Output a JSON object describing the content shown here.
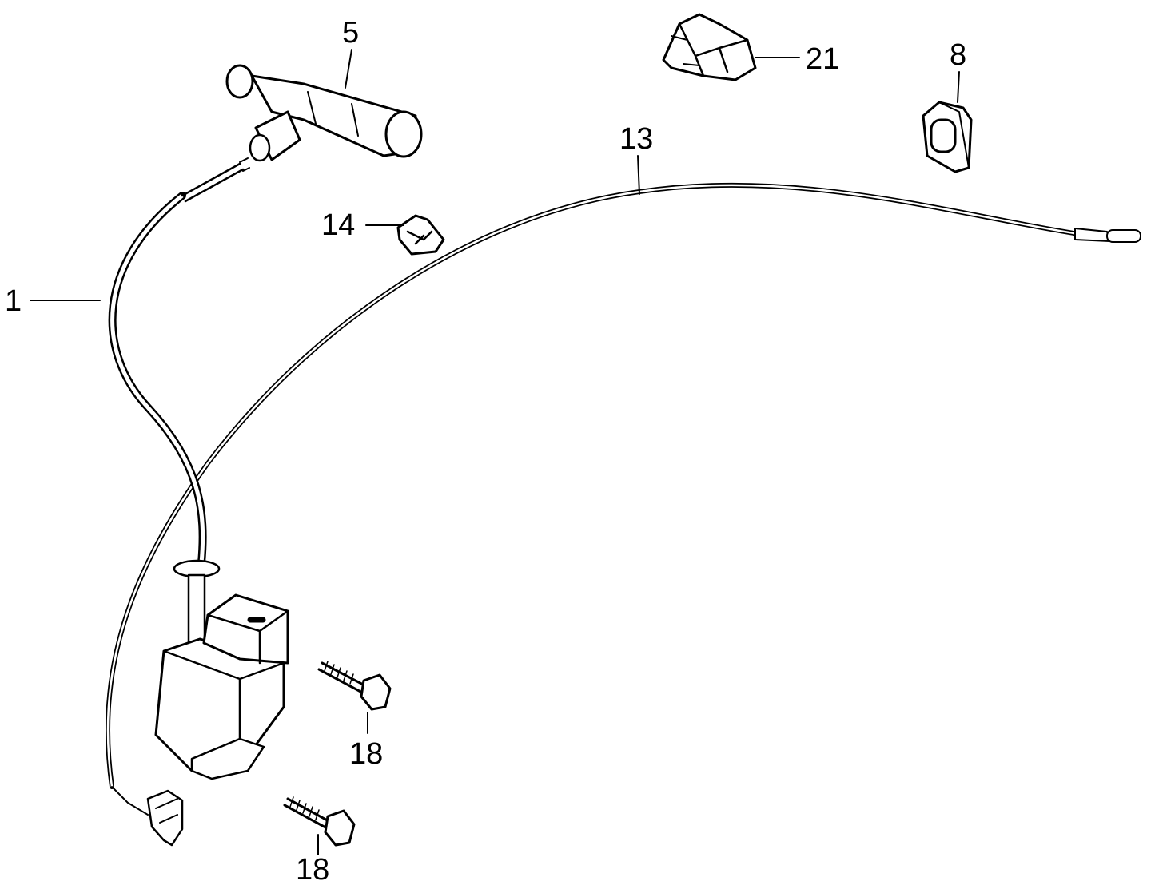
{
  "callouts": {
    "c1": "1",
    "c5": "5",
    "c8": "8",
    "c13": "13",
    "c14": "14",
    "c18a": "18",
    "c18b": "18",
    "c21": "21"
  }
}
